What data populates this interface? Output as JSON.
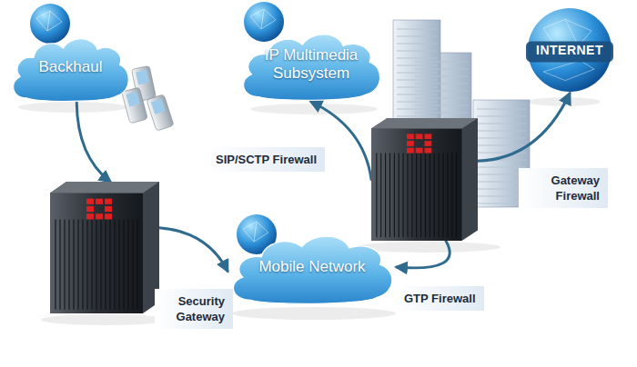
{
  "diagram": {
    "nodes": [
      {
        "text": [
          "Backhaul"
        ]
      },
      {
        "text": [
          "IP Multimedia Subsystem"
        ]
      },
      {
        "text": [
          "INTERNET"
        ]
      },
      {
        "text": [
          "SIP/SCTP Firewall",
          "Gateway Firewall",
          "GTP Firewall"
        ]
      },
      {
        "text": [
          "Security Gateway"
        ]
      },
      {
        "text": [
          "Mobile Network"
        ]
      }
    ],
    "edges": [
      {
        "from": 0,
        "to": 4,
        "arrow": "to"
      },
      {
        "from": 4,
        "to": 5,
        "arrow": "to"
      },
      {
        "from": 3,
        "to": 1,
        "arrow": "to"
      },
      {
        "from": 3,
        "to": 2,
        "arrow": "to"
      },
      {
        "from": 3,
        "to": 5,
        "arrow": "to"
      }
    ]
  }
}
